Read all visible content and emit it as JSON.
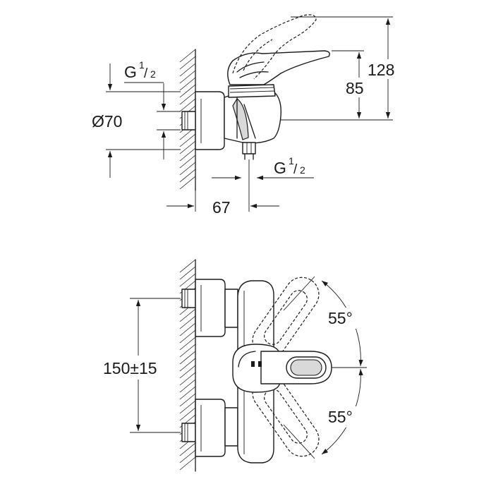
{
  "labels": {
    "inlet_thread_top": {
      "base": "G",
      "num": "1",
      "den": "2"
    },
    "outlet_thread": {
      "base": "G",
      "num": "1",
      "den": "2"
    },
    "diameter": "Ø70",
    "height_total": "128",
    "height_lever": "85",
    "projection": "67",
    "centre_distance": "150±15",
    "rotation_up": "55°",
    "rotation_down": "55°"
  }
}
